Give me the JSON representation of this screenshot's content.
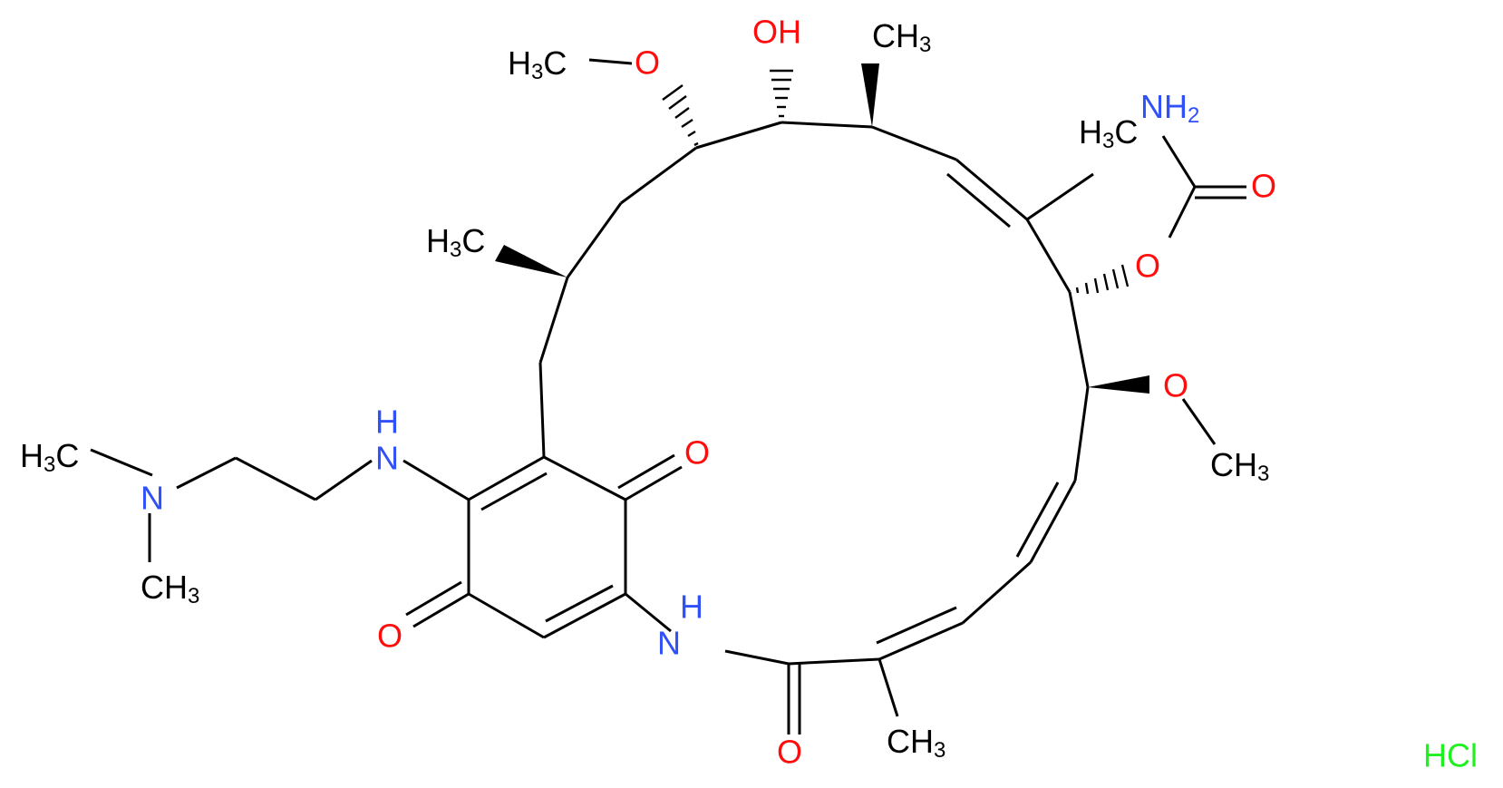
{
  "molecule": {
    "salt_label": "HCl",
    "atom_labels": {
      "h3c_top_left": "H3C",
      "o_methoxy_top": "O",
      "oh": "OH",
      "ch3_top": "CH3",
      "nh2": "NH2",
      "o_carbonyl_carbamate": "O",
      "h3c_right": "H3C",
      "o_carbamate": "O",
      "h3c_left_mid": "H3C",
      "o_methoxy_right": "O",
      "ch3_methoxy_right": "CH3",
      "nh_amine": "H",
      "n_amine": "N",
      "o_quinone_top": "O",
      "h3c_dimethyl": "H3C",
      "n_dimethyl": "N",
      "ch3_dimethyl": "CH3",
      "o_quinone_bottom": "O",
      "nh_amide_h": "H",
      "nh_amide_n": "N",
      "o_amide": "O",
      "ch3_bottom": "CH3"
    },
    "colors": {
      "carbon": "#000000",
      "oxygen": "#ff0d0d",
      "nitrogen": "#3050f8",
      "chlorine": "#1ff01f"
    }
  }
}
